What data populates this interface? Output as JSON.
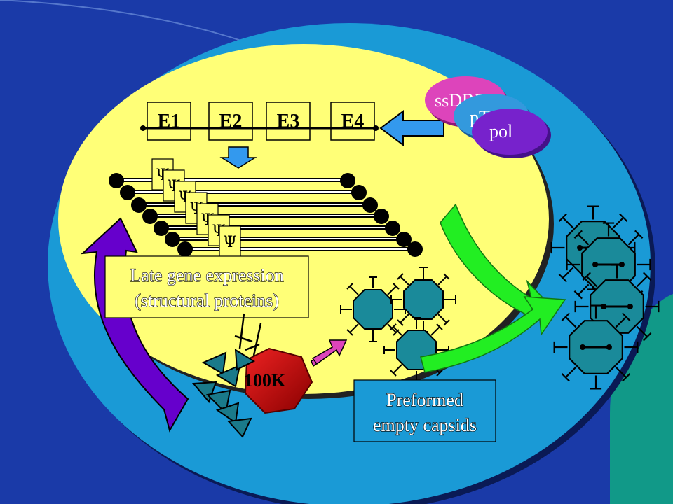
{
  "colors": {
    "background": "#1a3aa8",
    "outer_cell": "#1a9ad6",
    "nucleus": "#ffff77",
    "capsid": "#1a8a9a",
    "arrow_green": "#22ee22",
    "arrow_purple": "#6600cc",
    "arrow_blue": "#3399ee",
    "protein_magenta": "#dd44bb",
    "protein_blue": "#3399dd",
    "protein_purple": "#7722cc",
    "hexagon_red": "#bb1111",
    "teal_strip": "#119988"
  },
  "genome": {
    "regions": [
      "E1",
      "E2",
      "E3",
      "E4"
    ]
  },
  "proteins": {
    "ssdbp": "ssDBP",
    "ptp": "pTP",
    "pol": "pol"
  },
  "psi_symbol": "Ψ",
  "labels": {
    "late_gene_line1": "Late gene expression",
    "late_gene_line2": "(structural proteins)",
    "protein_100k": "100K",
    "capsids_line1": "Preformed",
    "capsids_line2": "empty capsids"
  }
}
